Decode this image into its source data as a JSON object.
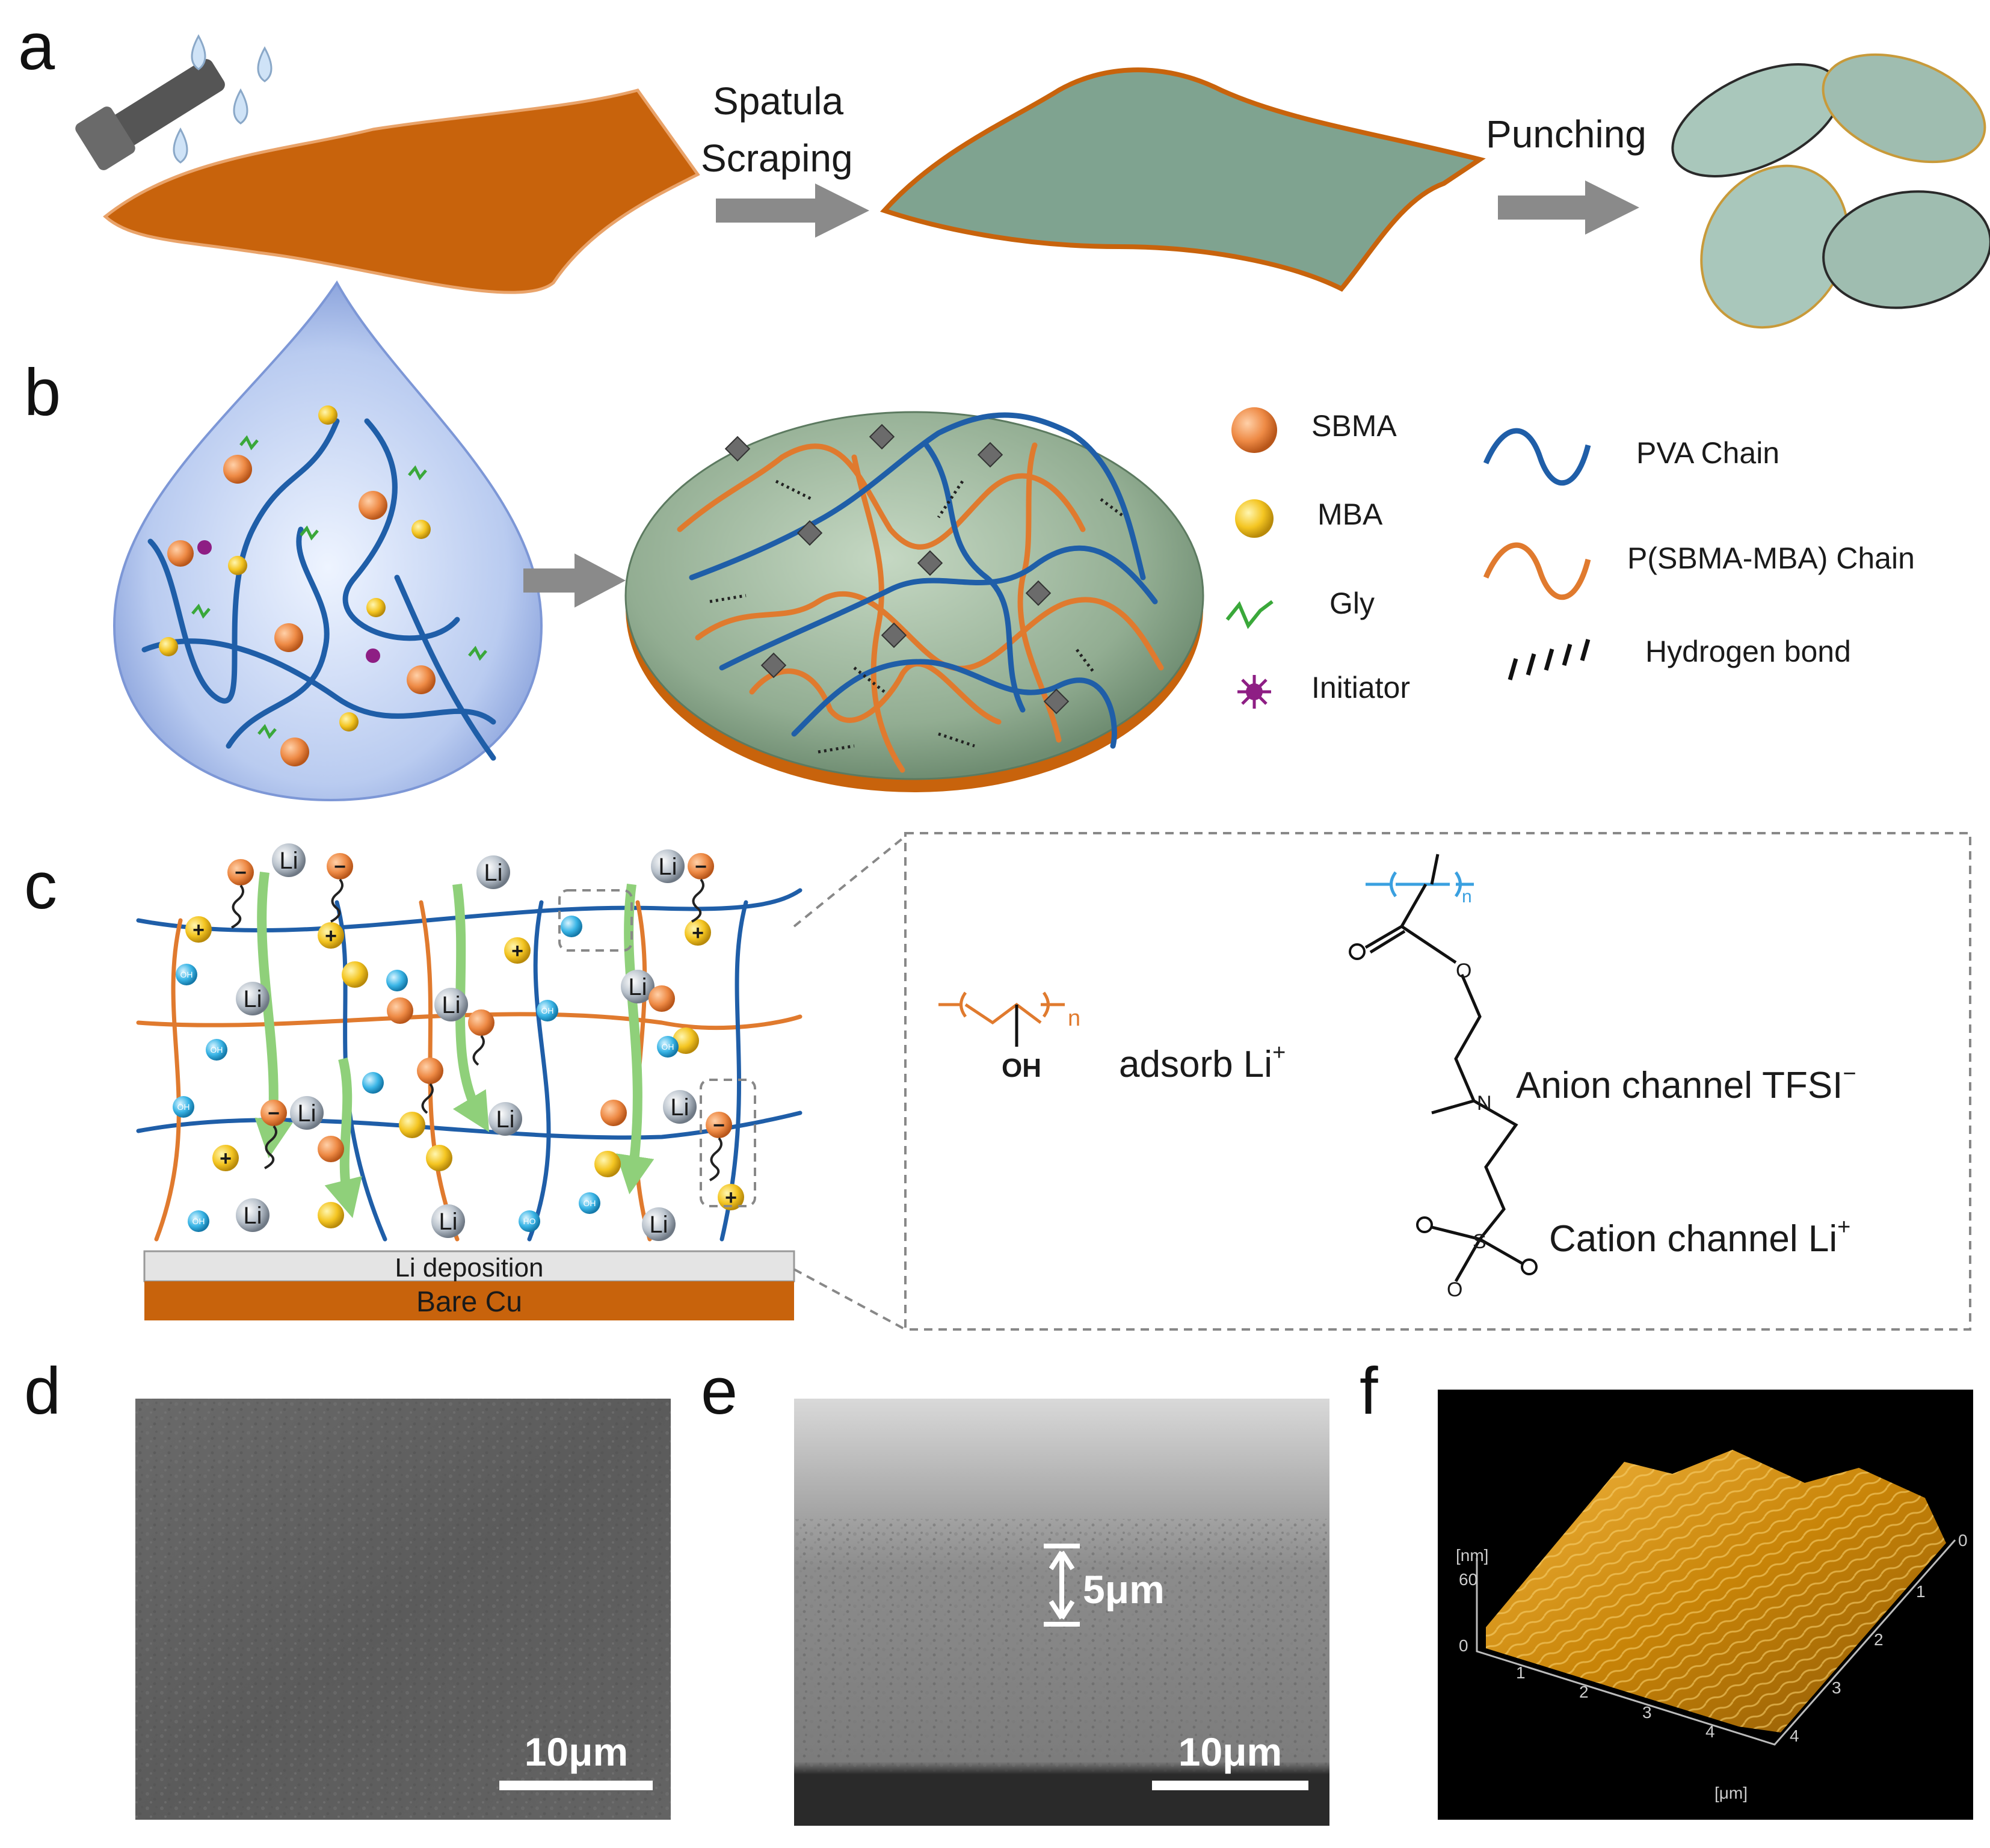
{
  "panels": {
    "a": {
      "letter": "a",
      "step1": [
        "Spatula",
        "Scraping"
      ],
      "step2": "Punching"
    },
    "b": {
      "letter": "b",
      "legend": {
        "sbma": "SBMA",
        "mba": "MBA",
        "gly": "Gly",
        "initiator": "Initiator",
        "pva": "PVA Chain",
        "psbma": "P(SBMA-MBA) Chain",
        "hbond": "Hydrogen  bond"
      }
    },
    "c": {
      "letter": "c",
      "li_deposition": "Li deposition",
      "bare_cu": "Bare Cu",
      "ion_li": "Li",
      "oh": "OH",
      "ho": "HO",
      "plus": "+",
      "minus": "−",
      "adsorb": "adsorb Li",
      "adsorb_sup": "+",
      "anion": "Anion channel TFSI",
      "anion_sup": "−",
      "cation": "Cation channel Li",
      "cation_sup": "+",
      "chem_oh": "OH",
      "chem_n": "n",
      "chem_o": "O",
      "chem_s": "S",
      "chem_nplus": "N"
    },
    "d": {
      "letter": "d",
      "scale": "10μm"
    },
    "e": {
      "letter": "e",
      "scale": "10μm",
      "thickness": "5μm"
    },
    "f": {
      "letter": "f",
      "z_label": "[nm]",
      "z_ticks": [
        "0",
        "60"
      ],
      "x_ticks": [
        "1",
        "2",
        "3",
        "4"
      ],
      "y_ticks": [
        "0",
        "1",
        "2",
        "3",
        "4"
      ],
      "unit": "[μm]"
    }
  },
  "colors": {
    "orange": "#c8630c",
    "green_film": "#7fa390",
    "pva_blue": "#1f5ea8",
    "psbma_orange": "#e07a2e",
    "gly_green": "#3aa83a",
    "initiator": "#8e1e84",
    "arrow_gray": "#8a8a8a",
    "afm_gold": "#d08a10"
  }
}
